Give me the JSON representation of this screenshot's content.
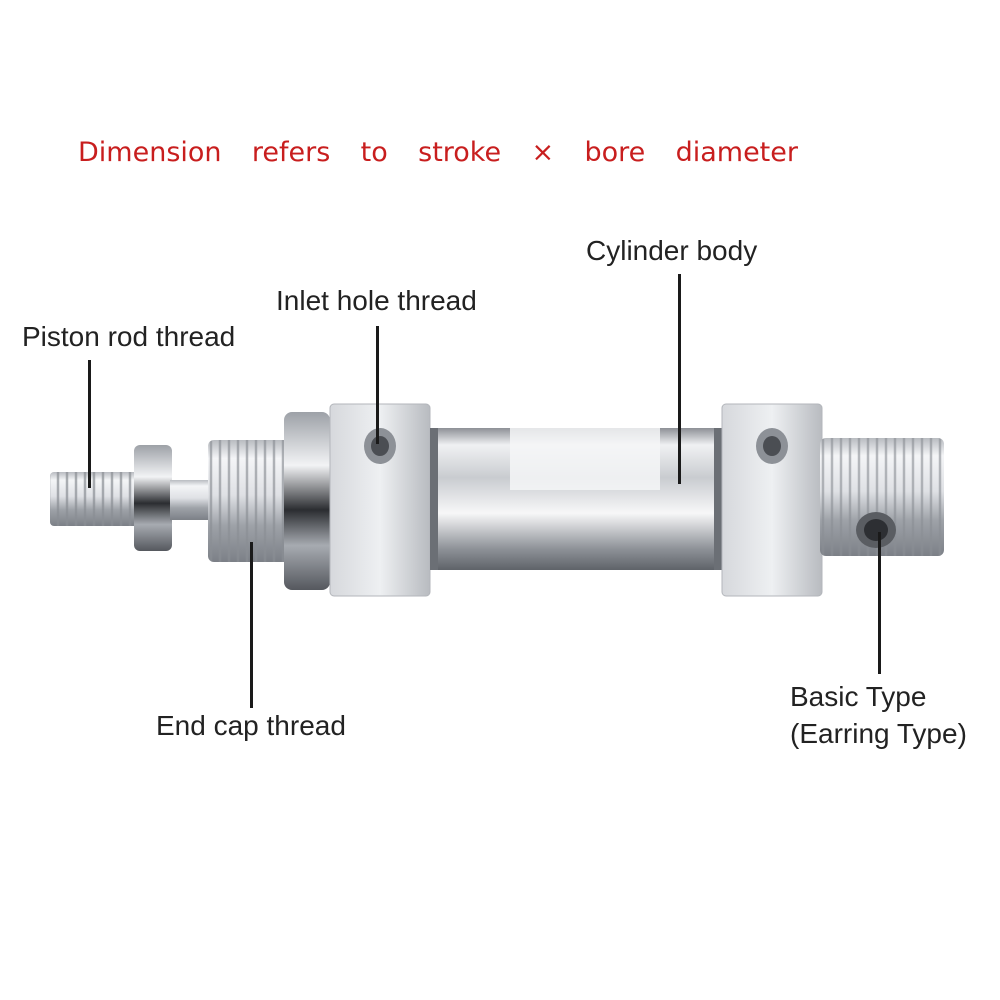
{
  "headline": {
    "words": [
      "Dimension",
      "refers",
      "to",
      "stroke",
      "×",
      "bore",
      "diameter"
    ],
    "color": "#c81e1e"
  },
  "labels": {
    "piston_rod_thread": "Piston rod thread",
    "inlet_hole_thread": "Inlet hole thread",
    "cylinder_body": "Cylinder body",
    "end_cap_thread": "End cap thread",
    "basic_type_line1": "Basic Type",
    "basic_type_line2": "(Earring Type)"
  }
}
